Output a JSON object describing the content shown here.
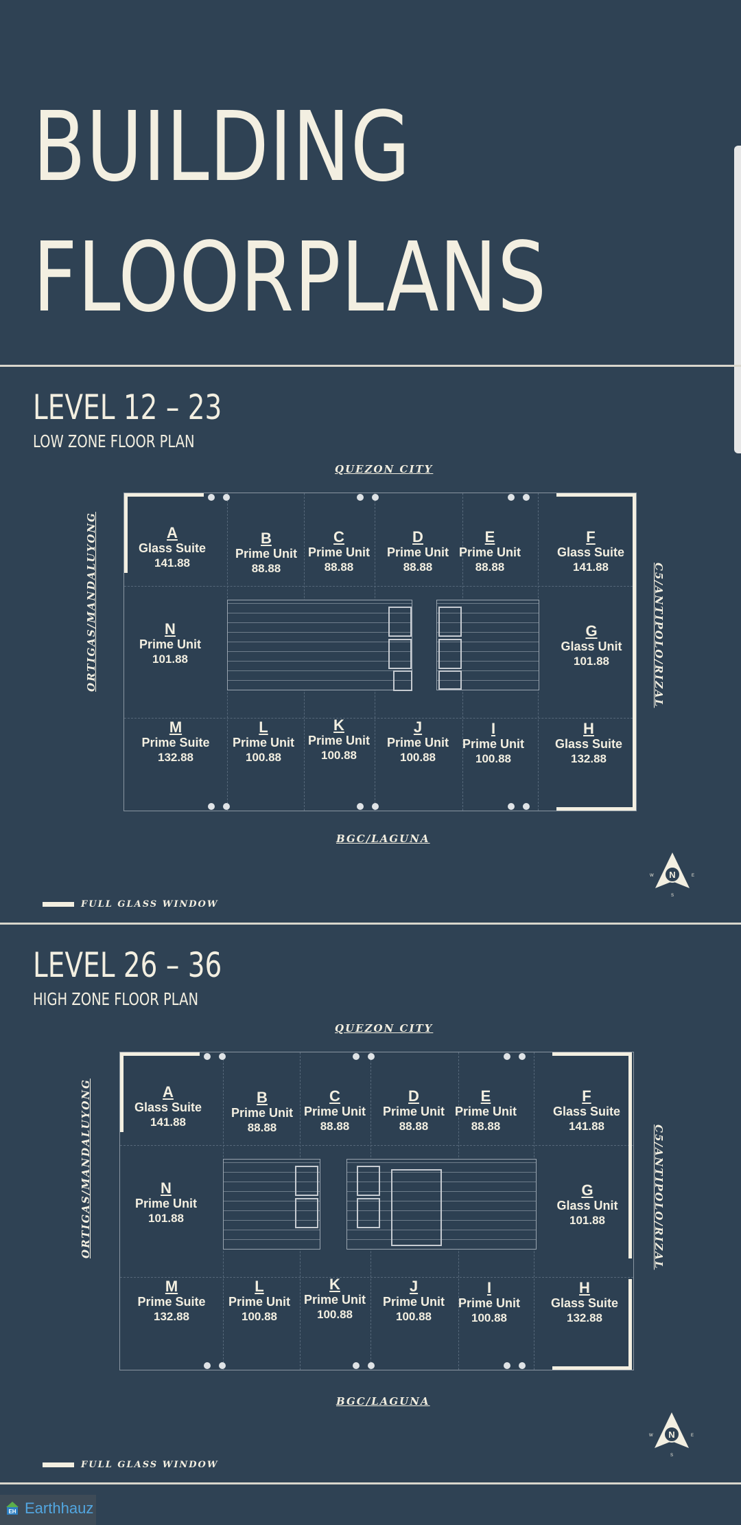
{
  "page": {
    "title_line1": "BUILDING",
    "title_line2": "FLOORPLANS"
  },
  "colors": {
    "background": "#2f4254",
    "text": "#f3efe1",
    "glass_window": "#f3efe1",
    "divider": "#d9d6cc"
  },
  "sections": [
    {
      "level": "LEVEL 12 – 23",
      "zone": "LOW ZONE FLOOR PLAN",
      "road_north": "QUEZON CITY",
      "road_south": "BGC/LAGUNA",
      "road_west": "ORTIGAS/MANDALUYONG",
      "road_east": "C5/ANTIPOLO/RIZAL",
      "compass": {
        "north": "N",
        "east": "E",
        "west": "W",
        "south": "S"
      },
      "legend": "FULL GLASS WINDOW",
      "units": [
        {
          "letter": "A",
          "type": "Glass Suite",
          "size": "141.88"
        },
        {
          "letter": "B",
          "type": "Prime Unit",
          "size": "88.88"
        },
        {
          "letter": "C",
          "type": "Prime Unit",
          "size": "88.88"
        },
        {
          "letter": "D",
          "type": "Prime Unit",
          "size": "88.88"
        },
        {
          "letter": "E",
          "type": "Prime Unit",
          "size": "88.88"
        },
        {
          "letter": "F",
          "type": "Glass Suite",
          "size": "141.88"
        },
        {
          "letter": "N",
          "type": "Prime Unit",
          "size": "101.88"
        },
        {
          "letter": "G",
          "type": "Glass Unit",
          "size": "101.88"
        },
        {
          "letter": "M",
          "type": "Prime Suite",
          "size": "132.88"
        },
        {
          "letter": "L",
          "type": "Prime Unit",
          "size": "100.88"
        },
        {
          "letter": "K",
          "type": "Prime Unit",
          "size": "100.88"
        },
        {
          "letter": "J",
          "type": "Prime Unit",
          "size": "100.88"
        },
        {
          "letter": "I",
          "type": "Prime Unit",
          "size": "100.88"
        },
        {
          "letter": "H",
          "type": "Glass Suite",
          "size": "132.88"
        }
      ]
    },
    {
      "level": "LEVEL 26 – 36",
      "zone": "HIGH ZONE FLOOR PLAN",
      "road_north": "QUEZON CITY",
      "road_south": "BGC/LAGUNA",
      "road_west": "ORTIGAS/MANDALUYONG",
      "road_east": "C5/ANTIPOLO/RIZAL",
      "compass": {
        "north": "N",
        "east": "E",
        "west": "W",
        "south": "S"
      },
      "legend": "FULL GLASS WINDOW",
      "units": [
        {
          "letter": "A",
          "type": "Glass Suite",
          "size": "141.88"
        },
        {
          "letter": "B",
          "type": "Prime Unit",
          "size": "88.88"
        },
        {
          "letter": "C",
          "type": "Prime Unit",
          "size": "88.88"
        },
        {
          "letter": "D",
          "type": "Prime Unit",
          "size": "88.88"
        },
        {
          "letter": "E",
          "type": "Prime Unit",
          "size": "88.88"
        },
        {
          "letter": "F",
          "type": "Glass Suite",
          "size": "141.88"
        },
        {
          "letter": "N",
          "type": "Prime Unit",
          "size": "101.88"
        },
        {
          "letter": "G",
          "type": "Glass Unit",
          "size": "101.88"
        },
        {
          "letter": "M",
          "type": "Prime Suite",
          "size": "132.88"
        },
        {
          "letter": "L",
          "type": "Prime Unit",
          "size": "100.88"
        },
        {
          "letter": "K",
          "type": "Prime Unit",
          "size": "100.88"
        },
        {
          "letter": "J",
          "type": "Prime Unit",
          "size": "100.88"
        },
        {
          "letter": "I",
          "type": "Prime Unit",
          "size": "100.88"
        },
        {
          "letter": "H",
          "type": "Glass Suite",
          "size": "132.88"
        }
      ]
    }
  ],
  "brand": {
    "logo_mark": "EH",
    "name_part1": "Earth",
    "name_part2": "auz"
  }
}
